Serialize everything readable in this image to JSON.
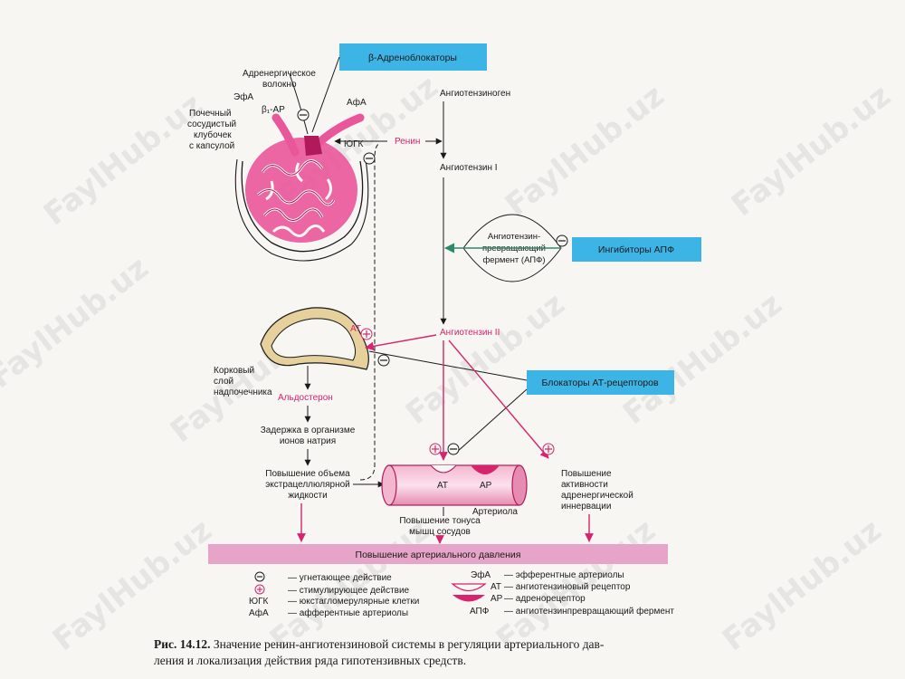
{
  "boxes": {
    "beta_blockers": "β-Адреноблокаторы",
    "ace_inhibitors": "Ингибиторы АПФ",
    "at_blockers": "Блокаторы АТ-рецепторов",
    "bp_increase": "Повышение артериального давления"
  },
  "kidney": {
    "adrenergic_fiber_1": "Адренергическое",
    "adrenergic_fiber_2": "волокно",
    "efa": "ЭфА",
    "afa": "АфА",
    "beta1": "β₁-АР",
    "glomerulus_1": "Почечный",
    "glomerulus_2": "сосудистый",
    "glomerulus_3": "клубочек",
    "glomerulus_4": "с капсулой",
    "jgc": "ЮГК"
  },
  "cascade": {
    "angiotensinogen": "Ангиотензиноген",
    "renin": "Ренин",
    "angiotensin_1": "Ангиотензин I",
    "ace_1": "Ангиотензин-",
    "ace_2": "превращающий",
    "ace_3": "фермент (АПФ)",
    "angiotensin_2": "Ангиотензин II"
  },
  "adrenal": {
    "at": "АТ",
    "cortex_1": "Корковый",
    "cortex_2": "слой",
    "cortex_3": "надпочечника",
    "aldosterone": "Альдостерон",
    "sodium_1": "Задержка в организме",
    "sodium_2": "ионов натрия",
    "volume_1": "Повышение объема",
    "volume_2": "экстрацеллюлярной",
    "volume_3": "жидкости"
  },
  "arteriole": {
    "at": "АТ",
    "ar": "АР",
    "name": "Артериола",
    "tone_1": "Повышение тонуса",
    "tone_2": "мышц сосудов",
    "adrenergic_1": "Повышение",
    "adrenergic_2": "активности",
    "adrenergic_3": "адренергической",
    "adrenergic_4": "иннервации"
  },
  "legend": {
    "inhibit": "— угнетающее действие",
    "stimulate": "— стимулирующее действие",
    "jgc_key": "ЮГК",
    "jgc_desc": "— юкстагломерулярные клетки",
    "afa_key": "АфА",
    "afa_desc": "— афферентные артериолы",
    "efa_key": "ЭфА",
    "efa_desc": "— эфферентные артериолы",
    "at_key": "АТ",
    "at_desc": "— ангиотензиновый рецептор",
    "ar_key": "АР",
    "ar_desc": "— адренорецептор",
    "apf_key": "АПФ",
    "apf_desc": "— ангиотензинпревращающий фермент"
  },
  "caption": {
    "fig": "Рис. 14.12.",
    "line1": " Значение ренин-ангиотензиновой системы в регуляции артериального дав-",
    "line2": "ления и локализация действия ряда гипотензивных средств."
  },
  "watermark": "FaylHub.uz",
  "colors": {
    "accent_box": "#3cb4e6",
    "pink_box": "#e6a5c8",
    "pink": "#d6256d",
    "teal_arrow": "#2a8a6a",
    "adrenal": "#e6d09b"
  }
}
